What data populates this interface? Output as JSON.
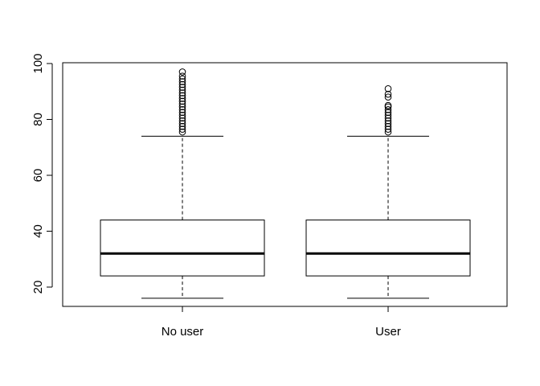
{
  "chart_data": {
    "type": "boxplot",
    "title": "",
    "xlabel": "",
    "ylabel": "",
    "categories": [
      "No user",
      "User"
    ],
    "ylim": [
      13,
      100
    ],
    "yticks": [
      20,
      40,
      60,
      80,
      100
    ],
    "ytick_labels": [
      "20",
      "40",
      "60",
      "80",
      "100"
    ],
    "grid": false,
    "legend": "none",
    "boxes": [
      {
        "name": "No user",
        "whisker_low": 16,
        "q1": 24,
        "median": 32,
        "q3": 44,
        "whisker_high": 74,
        "outliers": [
          75.5,
          76.5,
          77.5,
          78.5,
          79.5,
          80.5,
          81.5,
          82.5,
          83.5,
          84.5,
          85.5,
          86.5,
          87.5,
          88.5,
          89.5,
          90.5,
          91.5,
          92.5,
          93.5,
          94.5,
          95.5,
          97
        ]
      },
      {
        "name": "User",
        "whisker_low": 16,
        "q1": 24,
        "median": 32,
        "q3": 44,
        "whisker_high": 74,
        "outliers": [
          75.5,
          76.5,
          77.5,
          78.5,
          79.5,
          80.5,
          81.5,
          82.5,
          83.5,
          84.5,
          85,
          88,
          89,
          91
        ]
      }
    ],
    "colors": {
      "stroke": "#000000",
      "background": "#ffffff"
    }
  }
}
